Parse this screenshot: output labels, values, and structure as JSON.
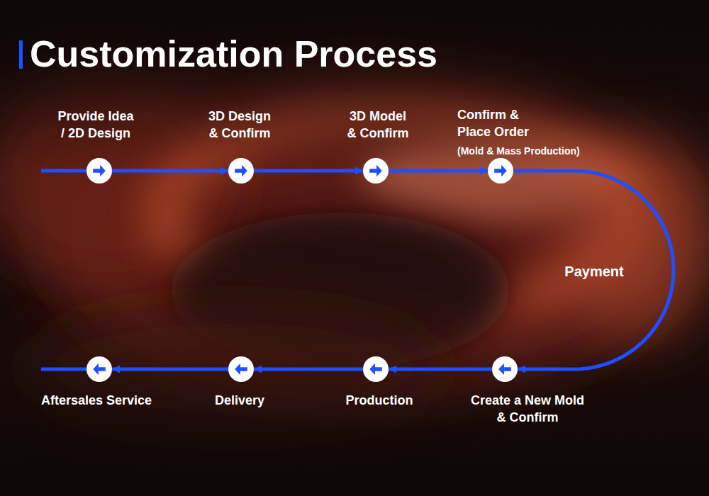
{
  "diagram": {
    "title": "Customization Process",
    "nodes": [
      {
        "text": [
          "Provide Idea / 2D Design"
        ]
      },
      {
        "text": [
          "3D Design & Confirm"
        ]
      },
      {
        "text": [
          "3D Model & Confirm"
        ]
      },
      {
        "text": [
          "Confirm & Place Order",
          "(Mold & Mass Production)"
        ]
      },
      {
        "text": [
          "Create a New Mold & Confirm"
        ]
      },
      {
        "text": [
          "Production"
        ]
      },
      {
        "text": [
          "Delivery"
        ]
      },
      {
        "text": [
          "Aftersales Service"
        ]
      }
    ],
    "edges": [
      {
        "from": 0,
        "to": 1,
        "arrow": "to"
      },
      {
        "from": 1,
        "to": 2,
        "arrow": "to"
      },
      {
        "from": 2,
        "to": 3,
        "arrow": "to"
      },
      {
        "from": 3,
        "to": 4,
        "label": "Payment",
        "arrow": "to"
      },
      {
        "from": 4,
        "to": 5,
        "arrow": "to"
      },
      {
        "from": 5,
        "to": 6,
        "arrow": "to"
      },
      {
        "from": 6,
        "to": 7,
        "arrow": "to"
      }
    ]
  }
}
